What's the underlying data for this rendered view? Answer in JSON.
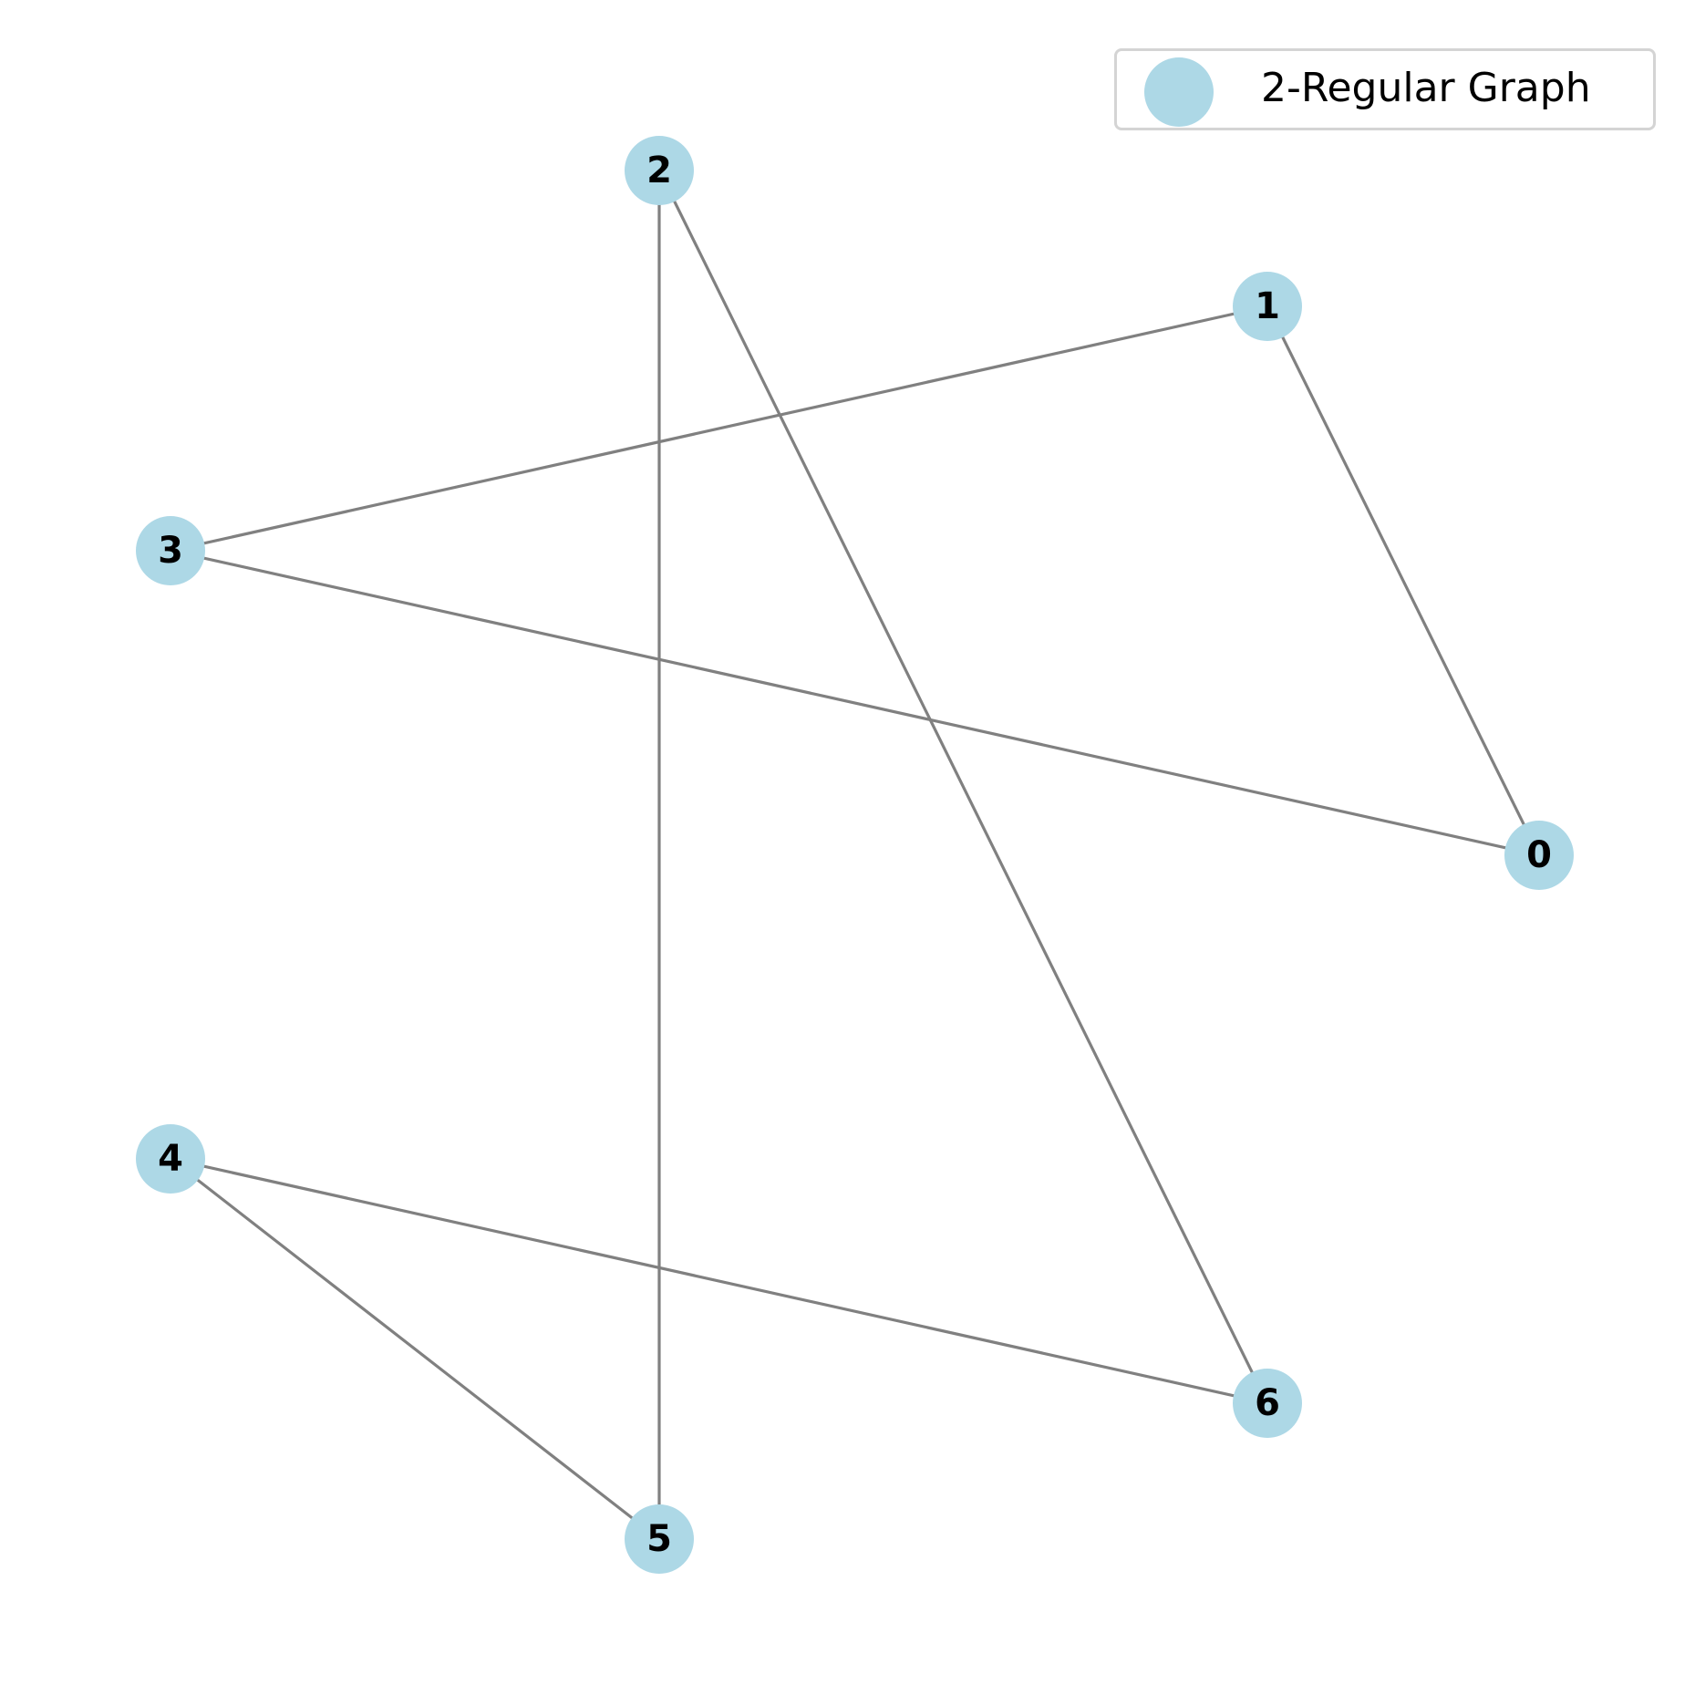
{
  "legend": {
    "label": "2-Regular Graph"
  },
  "colors": {
    "node": "#add8e6",
    "edge": "#808080"
  },
  "graph": {
    "nodes": [
      "0",
      "1",
      "2",
      "3",
      "4",
      "5",
      "6"
    ],
    "edges": [
      [
        "0",
        "1"
      ],
      [
        "0",
        "3"
      ],
      [
        "1",
        "3"
      ],
      [
        "2",
        "5"
      ],
      [
        "2",
        "6"
      ],
      [
        "4",
        "5"
      ],
      [
        "4",
        "6"
      ]
    ]
  }
}
